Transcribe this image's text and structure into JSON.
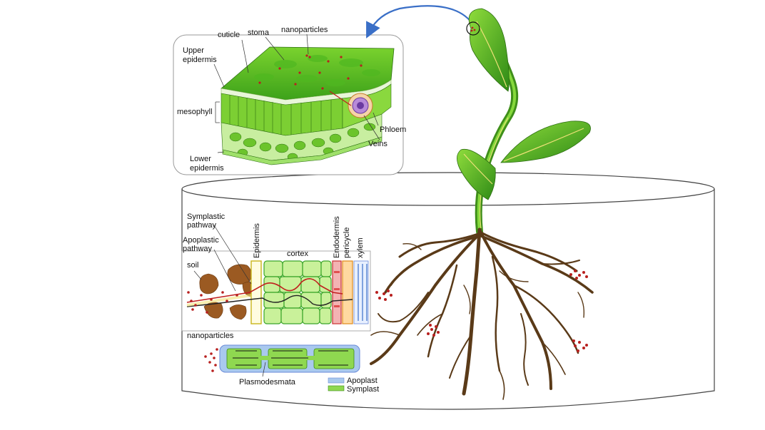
{
  "leaf_panel": {
    "labels": {
      "cuticle": "cuticle",
      "stoma": "stoma",
      "nanoparticles": "nanoparticles",
      "upper_epidermis_1": "Upper",
      "upper_epidermis_2": "epidermis",
      "mesophyll": "mesophyll",
      "lower_epidermis_1": "Lower",
      "lower_epidermis_2": "epidermis",
      "phloem": "Phloem",
      "veins": "Veins"
    }
  },
  "root_panel": {
    "labels": {
      "symplastic_1": "Symplastic",
      "symplastic_2": "pathway",
      "apoplastic_1": "Apoplastic",
      "apoplastic_2": "pathway",
      "soil": "soil",
      "epidermis": "Epidermis",
      "cortex": "cortex",
      "endodermis": "Endodermis",
      "pericycle": "pericycle",
      "xylem": "xylem",
      "nanoparticles": "nanoparticles",
      "plasmodesmata": "Plasmodesmata"
    },
    "legend": [
      {
        "label": "Apoplast",
        "color": "#a9c9ee"
      },
      {
        "label": "Symplast",
        "color": "#8fd850"
      }
    ]
  },
  "colors": {
    "leaf_green": "#5bbf2a",
    "arrow_blue": "#3a6fc7",
    "nanoparticle_red": "#b8201f",
    "root_brown": "#5a3a18",
    "soil_brown": "#9b5a22"
  }
}
